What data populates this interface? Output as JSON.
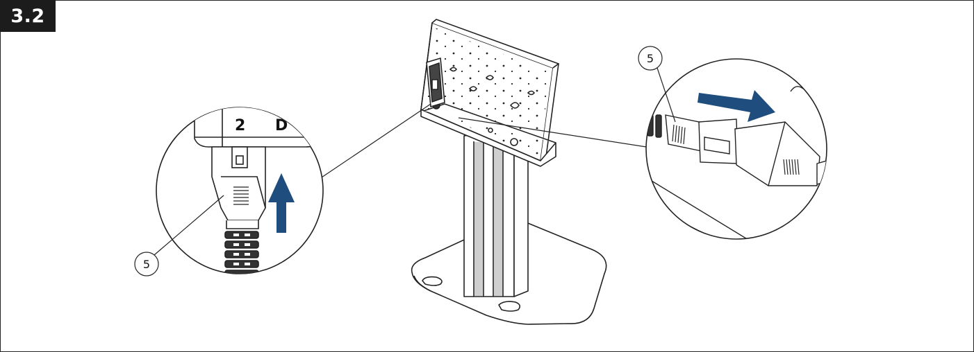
{
  "step": {
    "number": "3.2"
  },
  "left_detail": {
    "plug_label": "2",
    "plug_label_partial": "D",
    "callout_number": "5"
  },
  "right_detail": {
    "callout_number": "5"
  },
  "colors": {
    "arrow": "#1f4e7e",
    "line": "#222222",
    "badge": "#1c1c1c"
  }
}
